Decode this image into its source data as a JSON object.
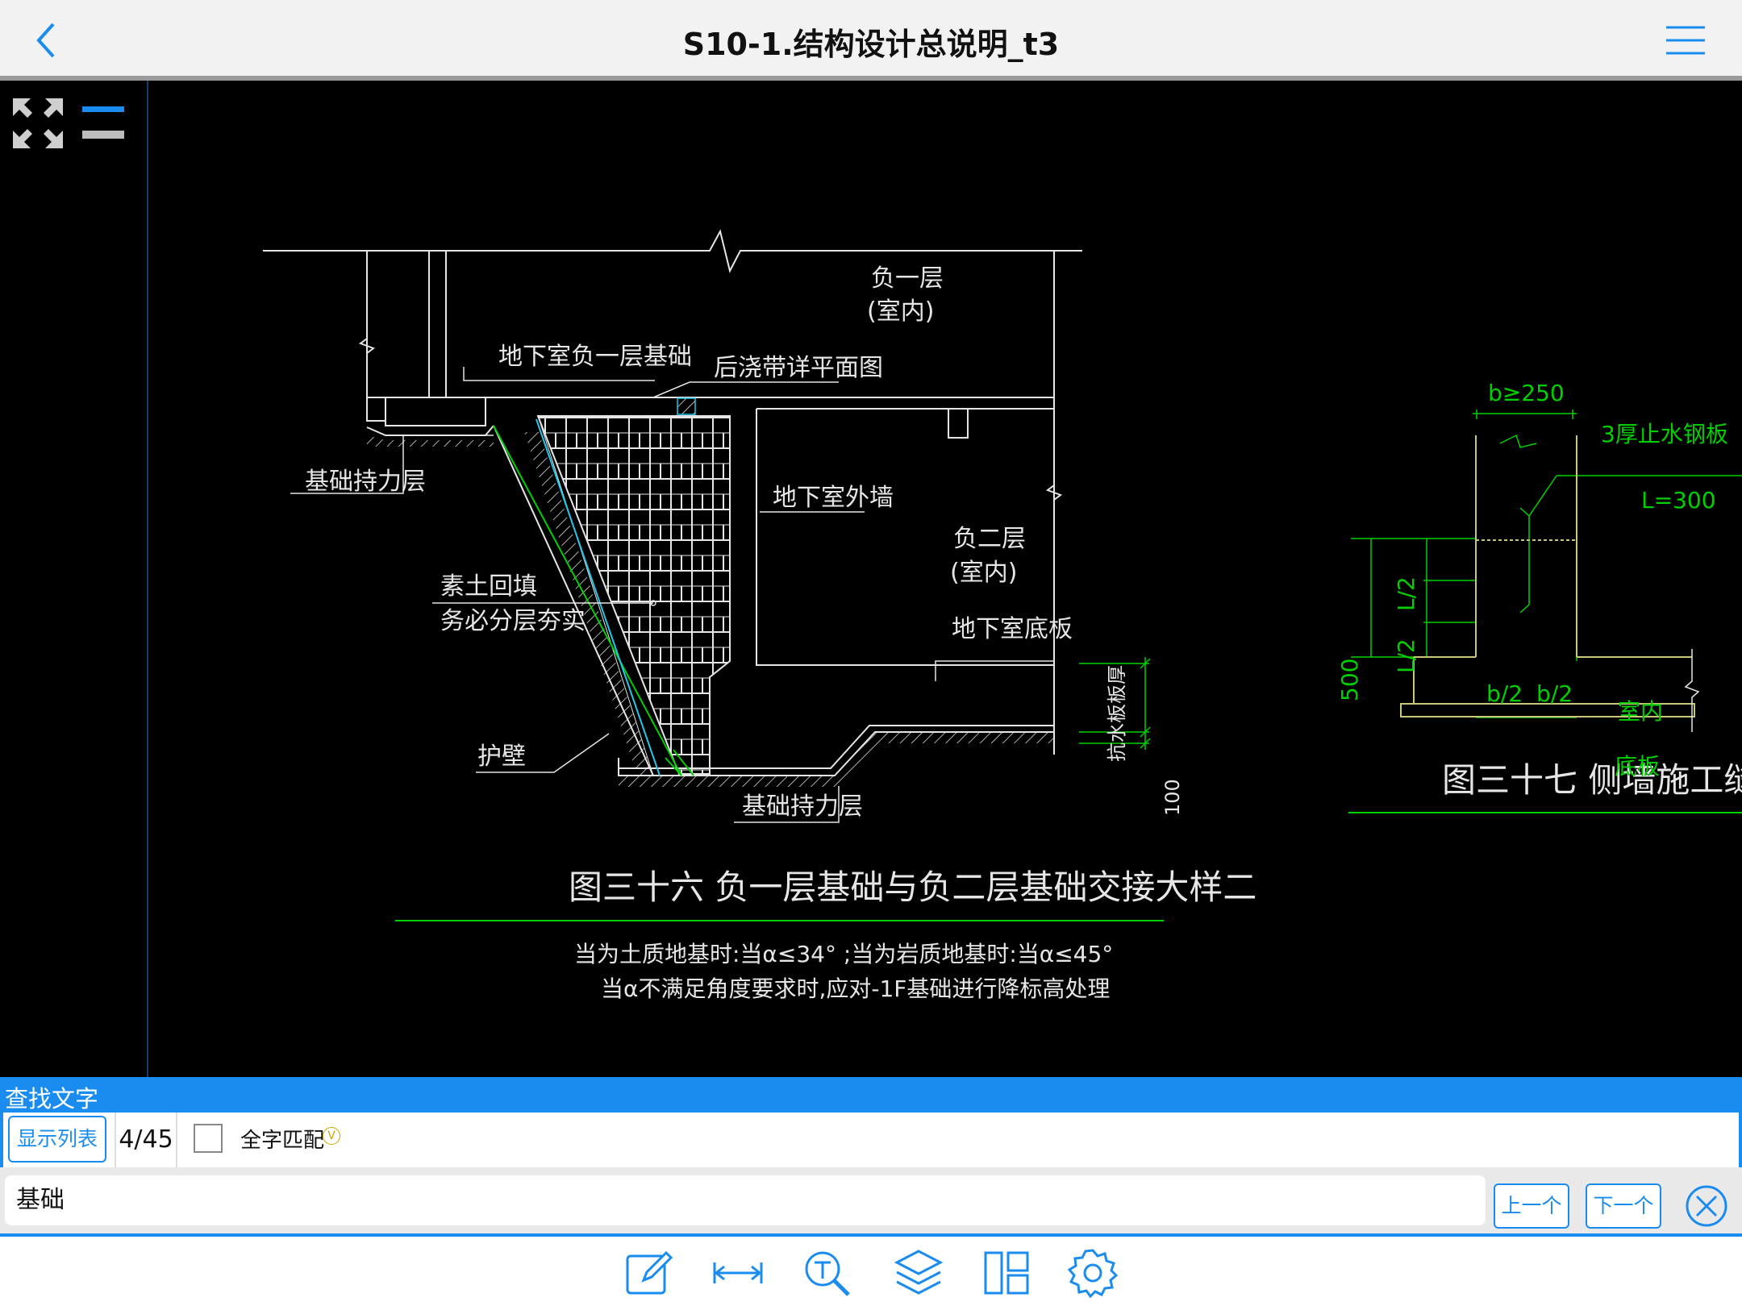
{
  "header": {
    "title": "S10-1.结构设计总说明_t3"
  },
  "drawing": {
    "fig36": {
      "label_floor_b1": "负一层",
      "label_indoor_b1": "(室内)",
      "label_b1_foundation": "地下室负一层基础",
      "label_post_pour": "后浇带详平面图",
      "label_bearing_top": "基础持力层",
      "label_ext_wall": "地下室外墙",
      "label_floor_b2": "负二层",
      "label_indoor_b2": "(室内)",
      "label_backfill_1": "素土回填",
      "label_backfill_2": "务必分层夯实",
      "label_base_slab": "地下室底板",
      "label_waterproof_thk": "抗水板板厚",
      "dim_100": "100",
      "label_retaining": "护壁",
      "label_bearing_bottom": "基础持力层",
      "caption": "图三十六  负一层基础与负二层基础交接大样二",
      "note_1": "当为土质地基时:当α≤34° ;当为岩质地基时:当α≤45°",
      "note_2": "当α不满足角度要求时,应对-1F基础进行降标高处理"
    },
    "fig37": {
      "dim_b": "b≥250",
      "label_plate": "3厚止水钢板",
      "label_L": "L=300",
      "dim_l2_a": "L/2",
      "dim_l2_b": "L/2",
      "dim_500": "500",
      "dim_b2_a": "b/2",
      "dim_b2_b": "b/2",
      "label_indoor": "室内",
      "label_slab": "底板",
      "caption": "图三十七  侧墙施工缝"
    }
  },
  "search": {
    "header": "查找文字",
    "show_list": "显示列表",
    "count": "4/45",
    "whole_word": "全字匹配",
    "whole_word_badge": "V",
    "query": "基础",
    "prev": "上一个",
    "next": "下一个"
  },
  "colors": {
    "accent": "#1a8cf0",
    "cad_white": "#e6e6e6",
    "cad_green": "#00d000",
    "cad_cyan": "#22c8e6",
    "cad_yellow": "#c8c878"
  }
}
